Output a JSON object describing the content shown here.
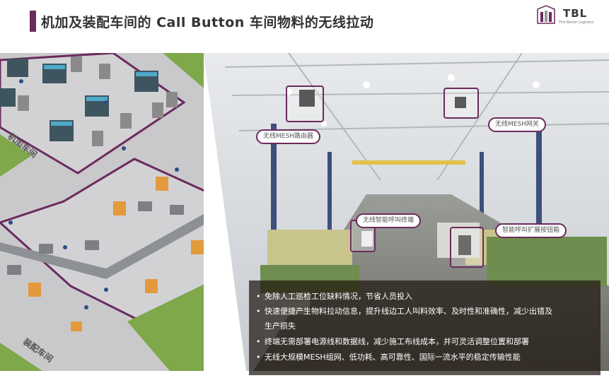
{
  "header": {
    "title": "机加及装配车间的 Call Button 车间物料的无线拉动",
    "logo_text": "TBL",
    "logo_sub": "The Better Logistics"
  },
  "left_panel": {
    "label_machining": "机加车间",
    "label_assembly": "装配车间"
  },
  "callouts": {
    "mesh_router": "无线MESH路由器",
    "mesh_gateway": "无线MESH网关",
    "call_terminal": "无线智能呼叫终端",
    "call_box": "智能呼叫扩展按钮箱"
  },
  "bullets": [
    "免除人工巡检工位缺料情况，节省人员投入",
    "快速便捷产生物料拉动信息，提升线边工人叫料效率、及时性和准确性，减少出错及",
    "生产损失",
    "终端无需部署电源线和数据线，减少施工布线成本，并可灵活调整位置和部署",
    "无线大规模MESH组网、低功耗、高可靠性、国际一流水平的稳定传输性能"
  ],
  "colors": {
    "accent": "#6b2a5c",
    "grass": "#7fa84a",
    "floor": "#c9c9cc"
  }
}
